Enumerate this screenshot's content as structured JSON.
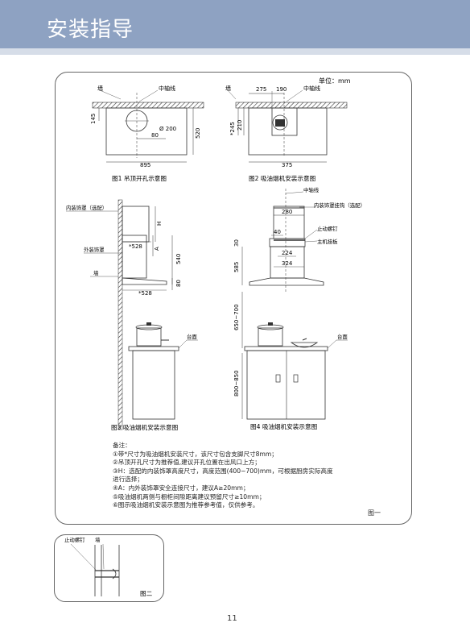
{
  "header": {
    "title": "安装指导"
  },
  "unit": "单位：mm",
  "fig1": {
    "caption": "图1 吊顶开孔示意图",
    "wall": "墙",
    "axis": "中轴线",
    "d145": "145",
    "d200": "Ø 200",
    "d80": "80",
    "d520": "520",
    "d895": "895"
  },
  "fig2": {
    "caption": "图2 吸油烟机安装示意图",
    "wall": "墙",
    "axis": "中轴线",
    "d275": "275",
    "d190": "190",
    "d245": "*245",
    "d210": "210",
    "d375": "375"
  },
  "fig3": {
    "caption": "图3 吸油烟机安装示意图",
    "inner_cover": "内装饰罩（选配）",
    "outer_cover": "外装饰罩",
    "wall": "墙",
    "h": "H",
    "a": "A",
    "d528a": "*528",
    "d540": "540",
    "d80": "80",
    "d528b": "*528",
    "counter": "台面"
  },
  "fig4": {
    "caption": "图4 吸油烟机安装示意图",
    "axis": "中轴线",
    "hook": "内装饰罩挂钩（选配）",
    "stop_screw": "止动螺钉",
    "mount_plate": "主机挂板",
    "d280": "280",
    "d40": "40",
    "d30": "30",
    "d224": "224",
    "d324": "324",
    "d585": "585",
    "d650": "650~700",
    "d800": "800~850",
    "counter": "台面"
  },
  "notes": {
    "title": "备注：",
    "lines": [
      "①带*尺寸为吸油烟机安装尺寸，该尺寸包含支脚尺寸8mm；",
      "②吊顶开孔尺寸为推荐值,建议开孔位置在出风口上方；",
      "③H：选配的内装饰罩高度尺寸，高度范围(400~700)mm，可根据厨房实际高度",
      "进行选择；",
      "④A：内外装饰罩安全连接尺寸，建议A≥20mm；",
      "⑤吸油烟机两侧与橱柜间隙距离建议预留尺寸≥10mm；",
      "⑥图示吸油烟机安装示意图为推荐参考值，仅供参考。"
    ]
  },
  "fig_one": "图一",
  "fig_two": {
    "caption": "图二",
    "stop_screw": "止动螺钉",
    "wall": "墙"
  },
  "page_number": "11"
}
